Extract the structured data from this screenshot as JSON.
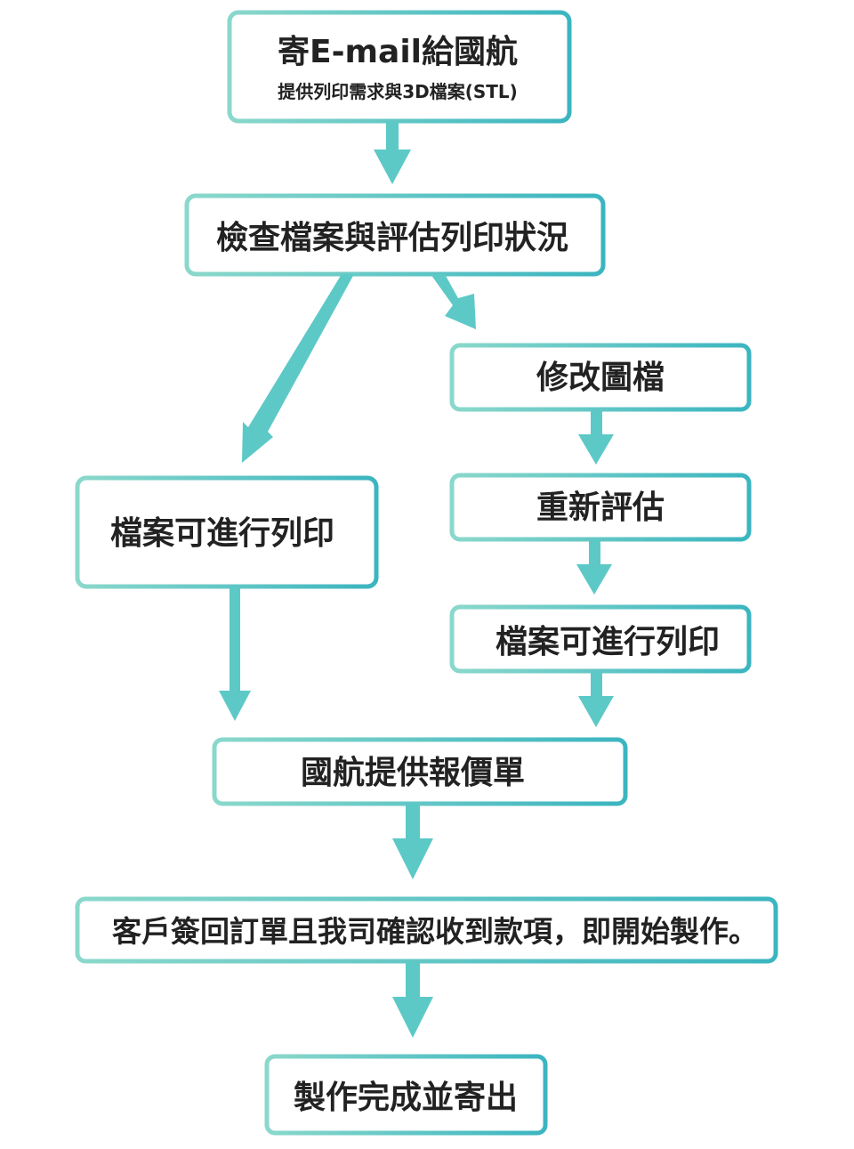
{
  "colors": {
    "stroke_start": "#8ad8cb",
    "stroke_end": "#3bb5c0",
    "arrow": "#5cc9c7",
    "text": "#222222",
    "background": "#ffffff"
  },
  "nodes": {
    "email": {
      "title": "寄E-mail給國航",
      "subtitle": "提供列印需求與3D檔案(STL)"
    },
    "check": {
      "label": "檢查檔案與評估列印狀況"
    },
    "modify": {
      "label": "修改圖檔"
    },
    "reassess": {
      "label": "重新評估"
    },
    "printable_left": {
      "label": "檔案可進行列印"
    },
    "printable_right": {
      "label": "檔案可進行列印"
    },
    "quote": {
      "label": "國航提供報價單"
    },
    "confirm": {
      "label": "客戶簽回訂單且我司確認收到款項，即開始製作。"
    },
    "done": {
      "label": "製作完成並寄出"
    }
  }
}
